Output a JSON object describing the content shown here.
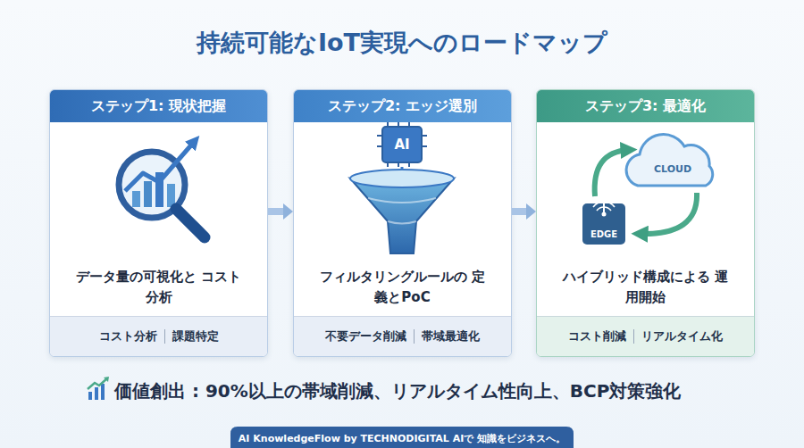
{
  "diagram": {
    "title": "持続可能なIoT実現へのロードマップ",
    "caption": "価値創出 : 90%以上の帯域削減、リアルタイム性向上、BCP対策強化",
    "nodes": [
      {
        "text": [
          "ステップ1: 現状把握",
          "データ量の可視化と コスト分析"
        ]
      },
      {
        "text": [
          "コスト分析",
          "課題特定"
        ],
        "in": 0
      },
      {
        "text": [
          "ステップ2: エッジ選別",
          "フィルタリングルールの 定義とPoC"
        ]
      },
      {
        "text": [
          "不要データ削減",
          "帯域最適化"
        ],
        "in": 2
      },
      {
        "text": [
          "ステップ3: 最適化",
          "ハイブリッド構成による 運用開始"
        ]
      },
      {
        "text": [
          "コスト削減",
          "リアルタイム化"
        ],
        "in": 4
      }
    ],
    "edges": [
      {
        "from": 0,
        "to": 2,
        "arrow": "to"
      },
      {
        "from": 2,
        "to": 4,
        "arrow": "to"
      }
    ],
    "labels": [
      "AI",
      "CLOUD",
      "EDGE",
      "AI KnowledgeFlow by TECHNODIGITAL AIで 知識をビジネスへ。"
    ]
  }
}
